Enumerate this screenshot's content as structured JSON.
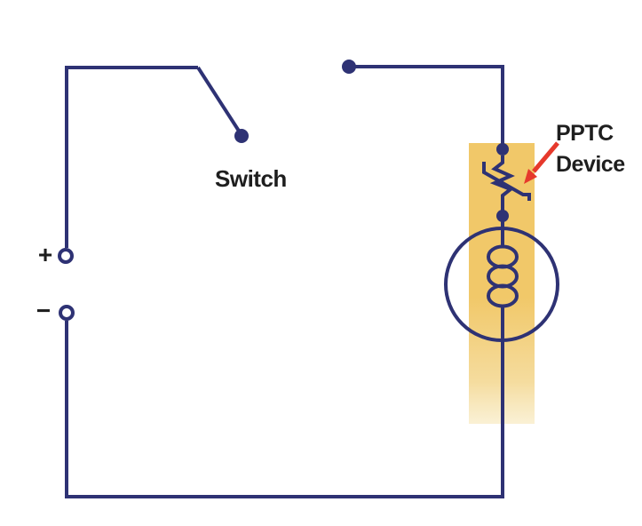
{
  "title": "PPTC device motor circuit schematic",
  "labels": {
    "switch": "Switch",
    "pptc_line1": "PPTC",
    "pptc_line2": "Device",
    "plus": "+",
    "minus": "−"
  },
  "colors": {
    "wire": "#2e3274",
    "band_top": "#f1c869",
    "band_mid": "#f5dc9e",
    "band_bottom": "#f9eecd",
    "arrow": "#e6392c",
    "text": "#1e1e1e",
    "background": "#ffffff"
  }
}
